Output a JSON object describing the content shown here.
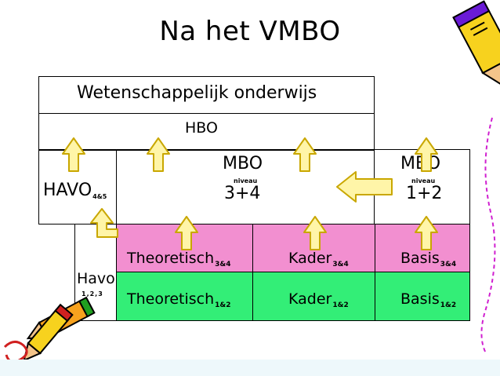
{
  "title": "Na het VMBO",
  "levels": {
    "wo": "Wetenschappelijk onderwijs",
    "hbo": "HBO",
    "havo_label": "HAVO",
    "havo_sub": "4&5",
    "mbo_left": "MBO",
    "mbo_left_niveau": "niveau",
    "mbo_left_value": "3+4",
    "mbo_right": "MBO",
    "mbo_right_niveau": "niveau",
    "mbo_right_value": "1+2",
    "havo_low_label": "Havo",
    "havo_low_sub": "1,2,3"
  },
  "tracks_upper": [
    {
      "name": "Theoretisch",
      "sub": "3&4"
    },
    {
      "name": "Kader",
      "sub": "3&4"
    },
    {
      "name": "Basis",
      "sub": "3&4"
    }
  ],
  "tracks_lower": [
    {
      "name": "Theoretisch",
      "sub": "1&2"
    },
    {
      "name": "Kader",
      "sub": "1&2"
    },
    {
      "name": "Basis",
      "sub": "1&2"
    }
  ],
  "colors": {
    "pink": "#f28fd0",
    "green": "#33ee77",
    "arrow_fill": "#fff5a8",
    "arrow_stroke": "#c9a700"
  }
}
